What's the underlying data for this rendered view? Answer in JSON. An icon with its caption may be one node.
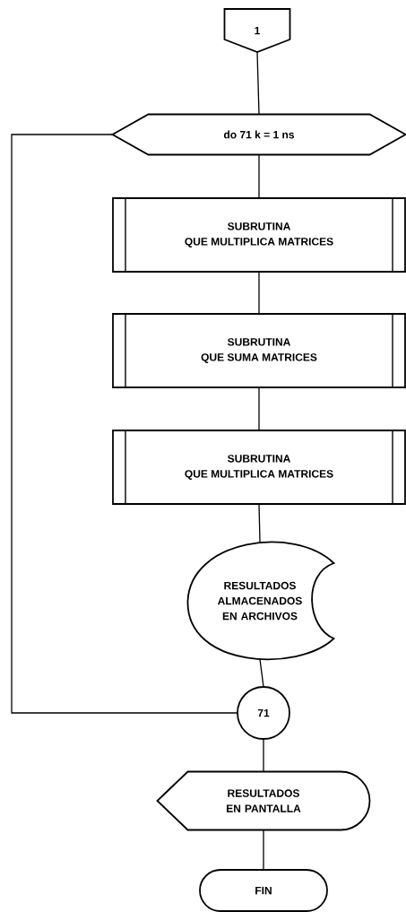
{
  "diagram": {
    "nodes": [
      {
        "text": [
          "1"
        ]
      },
      {
        "text": [
          "do 71 k = 1 ns"
        ]
      },
      {
        "text": [
          "SUBRUTINA",
          "QUE MULTIPLICA MATRICES"
        ]
      },
      {
        "text": [
          "SUBRUTINA",
          "QUE SUMA MATRICES"
        ]
      },
      {
        "text": [
          "SUBRUTINA",
          "QUE MULTIPLICA MATRICES"
        ]
      },
      {
        "text": [
          "RESULTADOS ALMACENADOS EN ARCHIVOS"
        ]
      },
      {
        "text": [
          "71"
        ]
      },
      {
        "text": [
          "RESULTADOS EN PANTALLA"
        ]
      },
      {
        "text": [
          "FIN"
        ]
      }
    ],
    "edges": [
      {
        "from": 0,
        "to": 1,
        "arrow": "none"
      },
      {
        "from": 1,
        "to": 2,
        "arrow": "none"
      },
      {
        "from": 2,
        "to": 3,
        "arrow": "none"
      },
      {
        "from": 3,
        "to": 4,
        "arrow": "none"
      },
      {
        "from": 4,
        "to": 5,
        "arrow": "none"
      },
      {
        "from": 5,
        "to": 6,
        "arrow": "none"
      },
      {
        "from": 6,
        "to": 1,
        "arrow": "none"
      },
      {
        "from": 6,
        "to": 7,
        "arrow": "none"
      },
      {
        "from": 7,
        "to": 8,
        "arrow": "none"
      }
    ]
  }
}
